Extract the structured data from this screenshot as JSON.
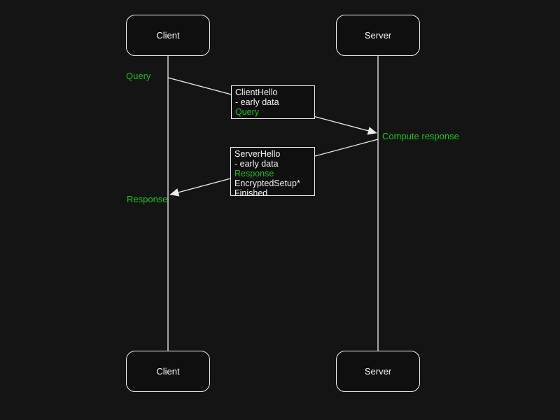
{
  "diagram": {
    "type": "sequence-diagram",
    "actors": {
      "client": "Client",
      "server": "Server"
    },
    "annotations": {
      "query": "Query",
      "compute_response": "Compute response",
      "response": "Response"
    },
    "messages": [
      {
        "id": "client-hello",
        "direction": "client-to-server",
        "lines": [
          {
            "text": "ClientHello",
            "color": "#f5f5f5"
          },
          {
            "text": "- early data",
            "color": "#f5f5f5"
          },
          {
            "text": "Query",
            "color": "#1cc41c"
          }
        ]
      },
      {
        "id": "server-hello",
        "direction": "server-to-client",
        "lines": [
          {
            "text": "ServerHello",
            "color": "#f5f5f5"
          },
          {
            "text": "- early data",
            "color": "#f5f5f5"
          },
          {
            "text": "Response",
            "color": "#1cc41c"
          },
          {
            "text": "EncryptedSetup*",
            "color": "#f5f5f5"
          },
          {
            "text": "Finished",
            "color": "#f5f5f5"
          }
        ]
      }
    ],
    "colors": {
      "accent_green": "#1cc41c",
      "line": "#ededed",
      "background": "#141414",
      "box_fill": "#0f0f0f"
    }
  }
}
